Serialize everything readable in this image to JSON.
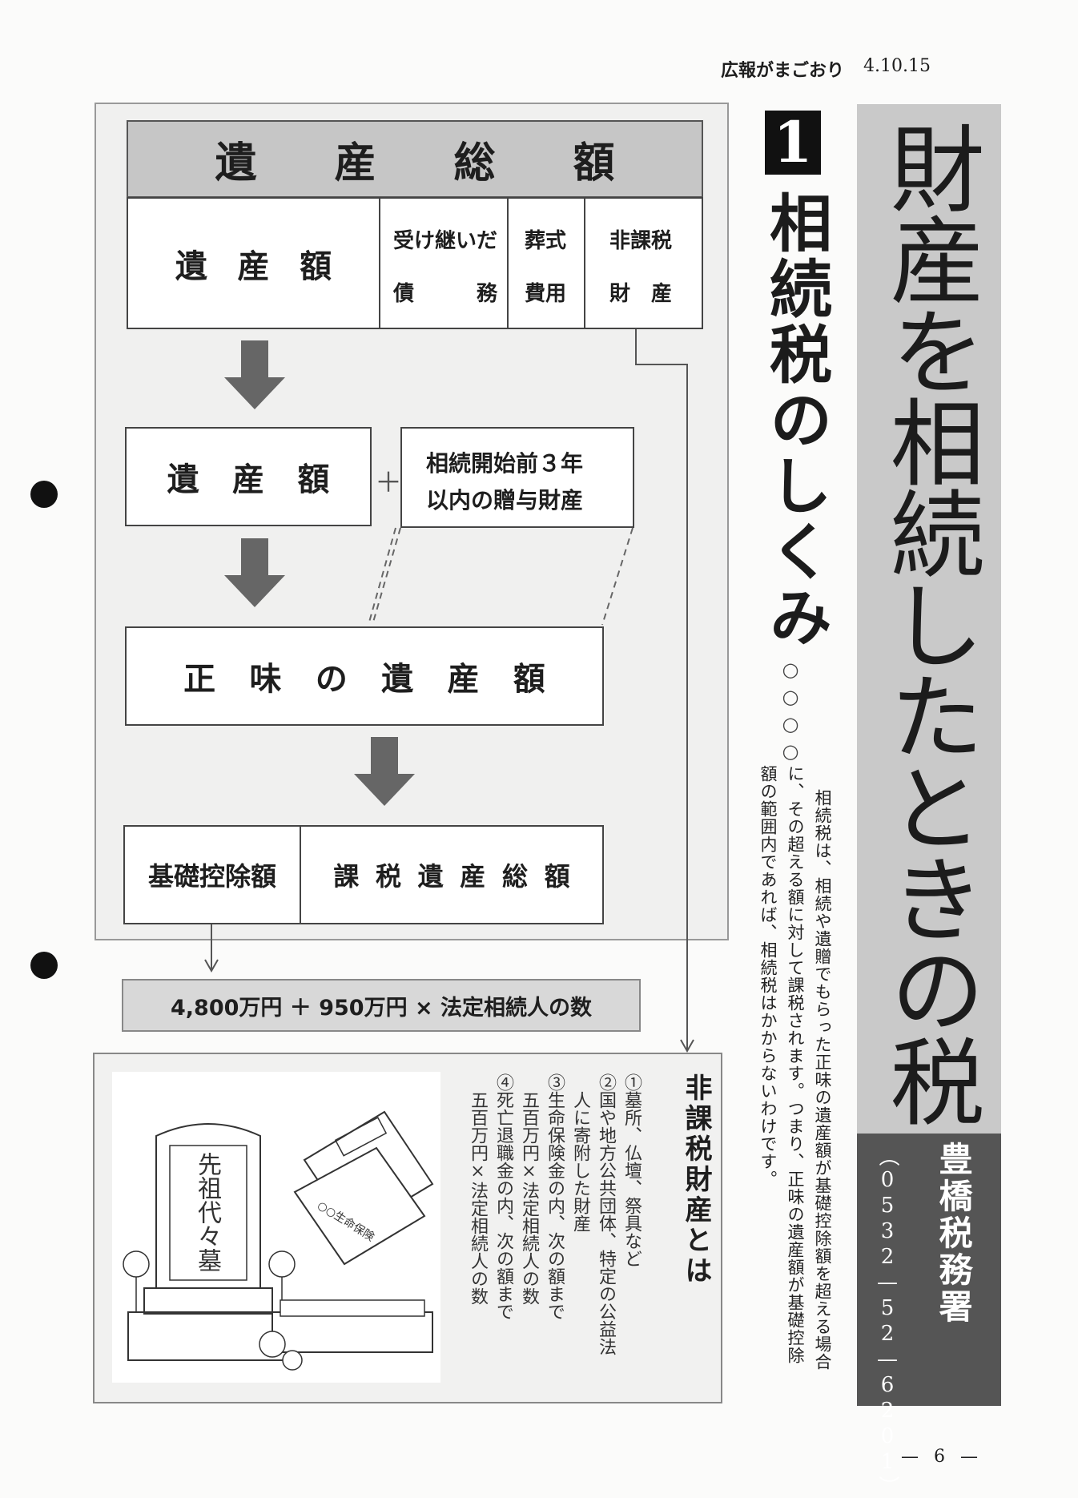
{
  "header": {
    "publication": "広報がまごおり",
    "date": "4.10.15"
  },
  "page_number": "— 6 —",
  "main_title": "財産を相続したときの税",
  "office": {
    "name": "豊橋税務署",
    "phone": "（0532—52—6201）"
  },
  "section": {
    "number": "1",
    "title": "相続税のしくみ",
    "ornament": "○○○○",
    "description": [
      "相続税は、相続や遺贈でもらった正味の遺産額が基礎控除額を超える場合",
      "に、その超える額に対して課税されます。つまり、正味の遺産額が基礎控除",
      "額の範囲内であれば、相続税はかからないわけです。"
    ]
  },
  "diagram": {
    "total_estate": [
      "遺",
      "産",
      "総",
      "額"
    ],
    "row1": {
      "estate": [
        "遺",
        "産",
        "額"
      ],
      "debts": [
        "受け継いだ",
        "債　　　務"
      ],
      "funeral": [
        "葬式",
        "費用"
      ],
      "nontaxable": [
        "非課税",
        "財　産"
      ]
    },
    "row2": {
      "estate": [
        "遺",
        "産",
        "額"
      ],
      "plus": "＋",
      "gifts": [
        "相続開始前３年",
        "以内の贈与財産"
      ]
    },
    "net_estate": [
      "正",
      "味",
      "の",
      "遺",
      "産",
      "額"
    ],
    "row4": {
      "basic_deduction": "基礎控除額",
      "taxable_total": [
        "課",
        "税",
        "遺",
        "産",
        "総",
        "額"
      ]
    },
    "formula": "4,800万円 ＋ 950万円 × 法定相続人の数"
  },
  "nontaxable": {
    "title": "非課税財産とは",
    "items": [
      "①墓所、仏壇、祭具など",
      "②国や地方公共団体、特定の公益法",
      "　人に寄附した財産",
      "③生命保険金の内、次の額まで",
      "　五百万円×法定相続人の数",
      "④死亡退職金の内、次の額まで",
      "　五百万円×法定相続人の数"
    ],
    "illustration": {
      "grave_text": "先祖代々墓",
      "card_text": "○○生命保険"
    }
  }
}
